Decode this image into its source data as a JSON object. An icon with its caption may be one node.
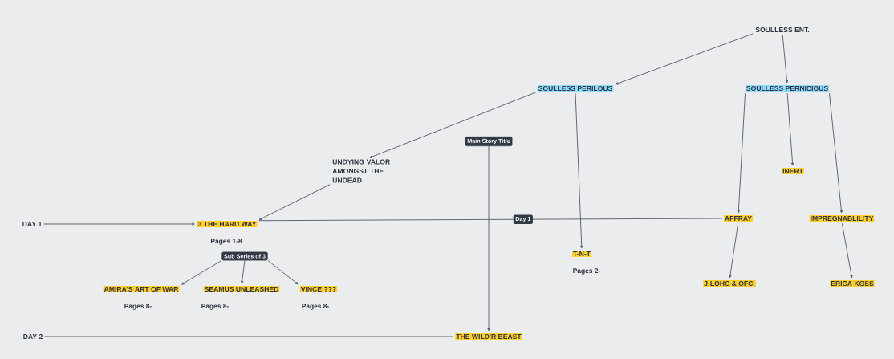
{
  "diagram": {
    "nodes": [
      {
        "text": [
          "SOULLESS ENT."
        ]
      },
      {
        "text": [
          "SOULLESS PERILOUS"
        ]
      },
      {
        "text": [
          "SOULLESS PERNICIOUS"
        ]
      },
      {
        "text": [
          "UNDYING VALOR AMONGST THE UNDEAD"
        ]
      },
      {
        "text": [
          "3 THE HARD WAY"
        ],
        "beside": [
          "Pages 1-8"
        ]
      },
      {
        "text": [
          "AMIRA'S ART OF WAR"
        ],
        "beside": [
          "Pages 8-"
        ]
      },
      {
        "text": [
          "SEAMUS UNLEASHED"
        ],
        "beside": [
          "Pages 8-"
        ]
      },
      {
        "text": [
          "VINCE ???"
        ],
        "beside": [
          "Pages 8-"
        ]
      },
      {
        "text": [
          "THE WILD'R BEAST"
        ]
      },
      {
        "text": [
          "T-N-T"
        ],
        "beside": [
          "Pages 2-"
        ]
      },
      {
        "text": [
          "AFFRAY"
        ]
      },
      {
        "text": [
          "IMPREGNABLILITY"
        ]
      },
      {
        "text": [
          "INERT"
        ]
      },
      {
        "text": [
          "J-LOHC & OFC."
        ]
      },
      {
        "text": [
          "ERICA KOSS"
        ]
      },
      {
        "text": [
          "DAY 1"
        ]
      },
      {
        "text": [
          "DAY 2"
        ]
      },
      {
        "text": [
          "Main Story Title"
        ]
      },
      {
        "text": [
          "Sub Series of 3"
        ]
      }
    ],
    "edges": [
      {
        "from": 0,
        "to": 1,
        "arrow": "to"
      },
      {
        "from": 0,
        "to": 2,
        "arrow": "to"
      },
      {
        "from": 1,
        "to": 3,
        "arrow": "to"
      },
      {
        "from": 1,
        "to": 9,
        "arrow": "to"
      },
      {
        "from": 3,
        "to": 4,
        "arrow": "to"
      },
      {
        "from": 15,
        "to": 4,
        "arrow": "to"
      },
      {
        "from": 4,
        "to": 10,
        "arrow": "none",
        "label": "Day 1"
      },
      {
        "from": 17,
        "to": 8,
        "arrow": "to"
      },
      {
        "from": 18,
        "to": 5,
        "arrow": "to"
      },
      {
        "from": 18,
        "to": 6,
        "arrow": "to"
      },
      {
        "from": 18,
        "to": 7,
        "arrow": "to"
      },
      {
        "from": 16,
        "to": 8,
        "arrow": "none"
      },
      {
        "from": 2,
        "to": 10,
        "arrow": "to"
      },
      {
        "from": 2,
        "to": 12,
        "arrow": "to"
      },
      {
        "from": 2,
        "to": 11,
        "arrow": "to"
      },
      {
        "from": 10,
        "to": 13,
        "arrow": "to"
      },
      {
        "from": 11,
        "to": 14,
        "arrow": "to"
      }
    ]
  }
}
